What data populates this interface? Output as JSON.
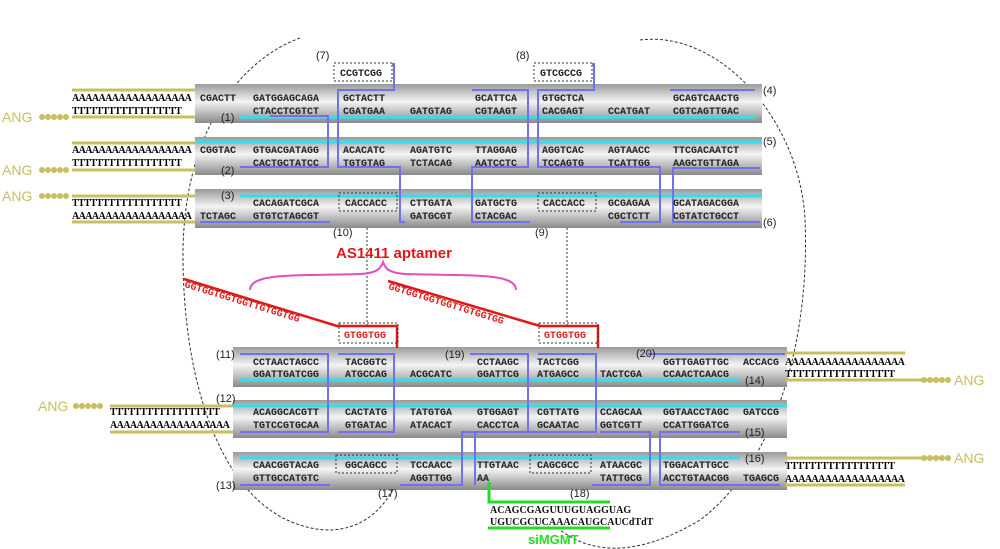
{
  "top_helices": {
    "h1_top": [
      "CGACTT",
      "GATGGAGCAGA",
      "GCTACTT",
      "GCATTCA",
      "GTGCTCA",
      "GCAGTCAACTG"
    ],
    "h1_bot": [
      "CTACCTCGTCT",
      "CGATGAA",
      "GATGTAG",
      "CGTAAGT",
      "CACGAGT",
      "CCATGAT",
      "CGTCAGTTGAC"
    ],
    "h2_top": [
      "CGGTAC",
      "GTGACGATAGG",
      "ACACATC",
      "AGATGTC",
      "TTAGGAG",
      "AGGTCAC",
      "AGTAACC",
      "TTCGACAATCT"
    ],
    "h2_bot": [
      "CACTGCTATCC",
      "TGTGTAG",
      "TCTACAG",
      "AATCCTC",
      "TCCAGTG",
      "TCATTGG",
      "AAGCTGTTAGA"
    ],
    "h3_top": [
      "CACAGATCGCA",
      "CACCACC",
      "CTTGATA",
      "GATGCTG",
      "CACCACC",
      "GCGAGAA",
      "GCATAGACGGA"
    ],
    "h3_bot": [
      "TCTAGC",
      "GTGTCTAGCGT",
      "GATGCGT",
      "CTACGAC",
      "CGCTCTT",
      "CGTATCTGCCT"
    ]
  },
  "bottom_helices": {
    "b1_top": [
      "CCTAACTAGCC",
      "TACGGTC",
      "CCTAAGC",
      "TACTCGG",
      "GGTTGAGTTGC",
      "ACCACG"
    ],
    "b1_bot": [
      "GGATTGATCGG",
      "ATGCCAG",
      "ACGCATC",
      "GGATTCG",
      "ATGAGCC",
      "TACTCGA",
      "CCAACTCAACG"
    ],
    "b2_top": [
      "ACAGGCACGTT",
      "CACTATG",
      "TATGTGA",
      "GTGGAGT",
      "CGTTATG",
      "CCAGCAA",
      "GGTAACCTAGC",
      "GATCCG"
    ],
    "b2_bot": [
      "TGTCCGTGCAA",
      "GTGATAC",
      "ATACACT",
      "CACCTCA",
      "GCAATAC",
      "GGTCGTT",
      "CCATTGGATCG"
    ],
    "b3_top": [
      "CAACGGTACAG",
      "GGCAGCC",
      "TCCAACC",
      "TTGTAAC",
      "CAGCGCC",
      "ATAACGC",
      "TGGACATTGCC"
    ],
    "b3_bot": [
      "GTTGCCATGTC",
      "AGGTTGG",
      "AA",
      "TATTGCG",
      "ACCTGTAACGG",
      "TGAGCG"
    ]
  },
  "loops": {
    "loop7": "CCGTCGG",
    "loop8": "GTCGCCG"
  },
  "poly": {
    "a": "AAAAAAAAAAAAAAAAAA",
    "t": "TTTTTTTTTTTTTTTTTT"
  },
  "ang": "ANG",
  "labels": [
    "(1)",
    "(2)",
    "(3)",
    "(4)",
    "(5)",
    "(6)",
    "(7)",
    "(8)",
    "(9)",
    "(10)",
    "(11)",
    "(12)",
    "(13)",
    "(14)",
    "(15)",
    "(16)",
    "(17)",
    "(18)",
    "(19)",
    "(20)"
  ],
  "aptamer": {
    "title": "AS1411 aptamer",
    "strand": "GGTGGTGGTGGTTGTGGTGG",
    "stem": "GTGGTGG"
  },
  "sirna": {
    "sense": "ACAGCGAGUUUGUAGGUAG",
    "antisense": "UGUCGCUCAAACAUGCAUCdTdT",
    "name": "siMGMT"
  },
  "colors": {
    "blue": "#7070f0",
    "cyan": "#30e0f0",
    "olive": "#c8c060",
    "red": "#e01818",
    "green": "#22dd22",
    "magenta": "#e050c0"
  }
}
